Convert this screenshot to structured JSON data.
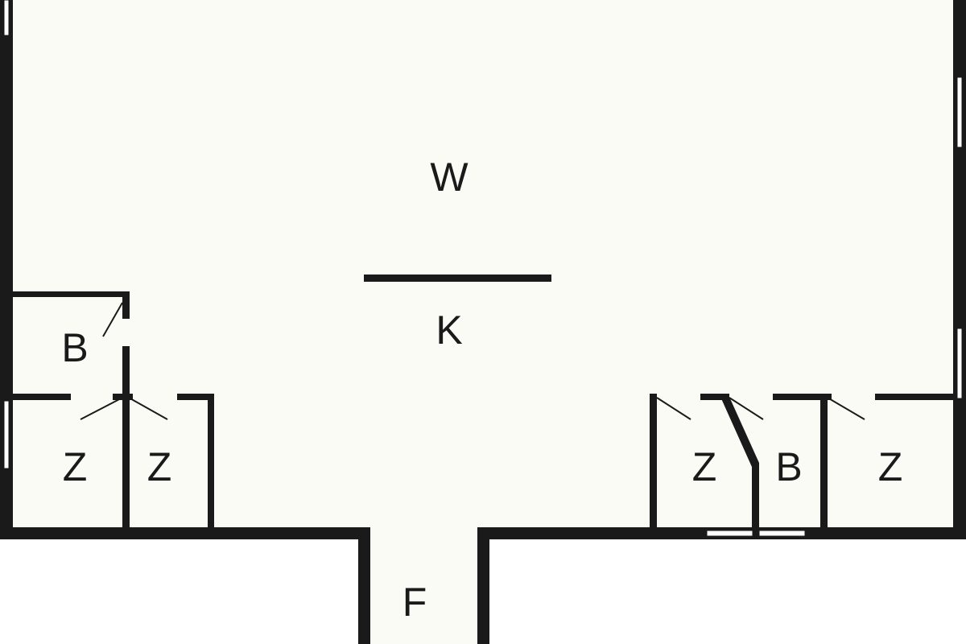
{
  "floor_plan": {
    "rooms": {
      "living": "W",
      "kitchen": "K",
      "bath_left": "B",
      "bedroom_left_1": "Z",
      "bedroom_left_2": "Z",
      "bedroom_right_1": "Z",
      "bath_right": "B",
      "bedroom_right_2": "Z",
      "hallway": "F"
    },
    "colors": {
      "wall": "#1a1a1a",
      "floor": "#fbfbf6",
      "background": "#ffffff"
    }
  }
}
